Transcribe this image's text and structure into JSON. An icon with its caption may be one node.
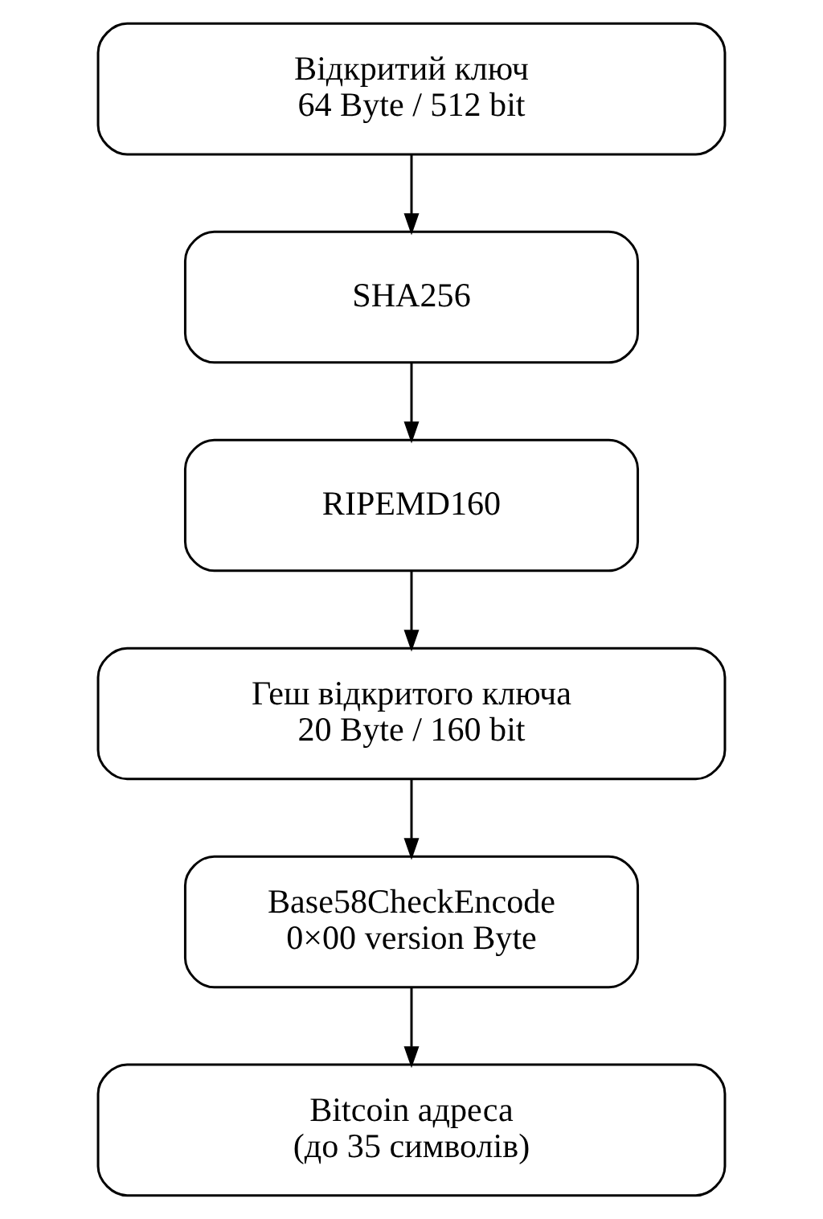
{
  "diagram": {
    "nodes": [
      {
        "text": [
          "Відкритий ключ 64 Byte / 512 bit"
        ]
      },
      {
        "text": [
          "SHA256"
        ]
      },
      {
        "text": [
          "RIPEMD160"
        ]
      },
      {
        "text": [
          "Геш відкритого ключа 20 Byte / 160 bit"
        ]
      },
      {
        "text": [
          "Base58CheckEncode 0×00 version Byte"
        ]
      },
      {
        "text": [
          "Bitcoin адреса (до 35 символів)"
        ]
      }
    ],
    "edges": [
      {
        "from": 0,
        "to": 1,
        "arrow": "to"
      },
      {
        "from": 1,
        "to": 2,
        "arrow": "to"
      },
      {
        "from": 2,
        "to": 3,
        "arrow": "to"
      },
      {
        "from": 3,
        "to": 4,
        "arrow": "to"
      },
      {
        "from": 4,
        "to": 5,
        "arrow": "to"
      }
    ]
  }
}
